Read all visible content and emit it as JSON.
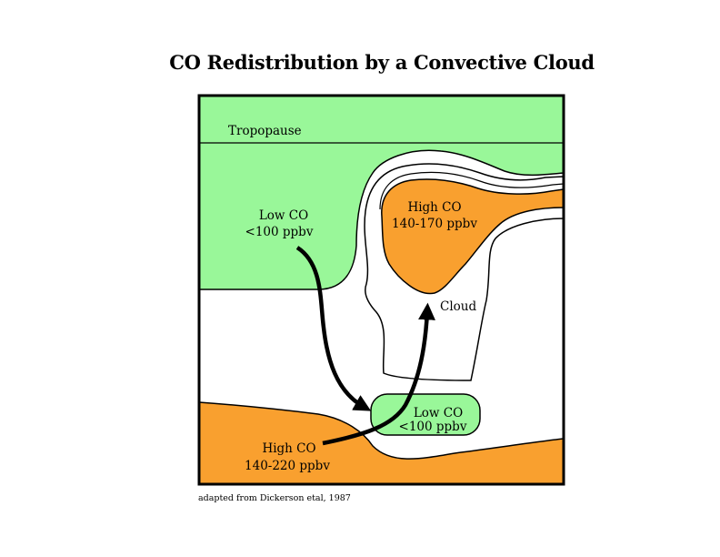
{
  "title": "CO Redistribution by a Convective Cloud",
  "labels": {
    "tropopause": "Tropopause",
    "low_co_upper_line1": "Low CO",
    "low_co_upper_line2": "<100 ppbv",
    "high_co_upper_line1": "High CO",
    "high_co_upper_line2": "140-170 ppbv",
    "cloud": "Cloud",
    "low_co_lower_line1": "Low CO",
    "low_co_lower_line2": "<100 ppbv",
    "high_co_lower_line1": "High CO",
    "high_co_lower_line2": "140-220 ppbv"
  },
  "caption": "adapted from Dickerson etal, 1987",
  "colors": {
    "low_co": "#99f799",
    "high_co": "#f9a02f",
    "cloud": "#ffffff",
    "outline": "#000000"
  }
}
